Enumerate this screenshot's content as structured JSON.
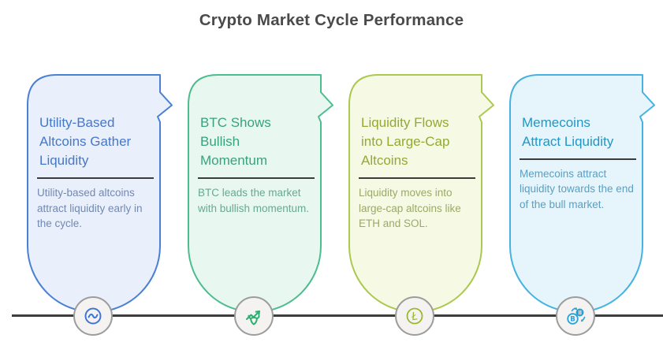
{
  "title": "Crypto Market Cycle Performance",
  "timeline": {
    "color": "#3d3d3d"
  },
  "icon_circle": {
    "border_color": "#9c9c9c",
    "fill_color": "#f4f3f1"
  },
  "steps": [
    {
      "heading": "Utility-Based Altcoins Gather Liquidity",
      "body": "Utility-based altcoins attract liquidity early in the cycle.",
      "icon": "sync-circle-icon",
      "accent": "#4a80d4",
      "fill": "#e9effb",
      "heading_color": "#4678c8",
      "body_color": "#7289b2",
      "icon_color": "#3f74d8"
    },
    {
      "heading": "BTC Shows Bullish Momentum",
      "body": "BTC leads the market with bullish momentum.",
      "icon": "bull-trend-icon",
      "accent": "#4cbd8f",
      "fill": "#e8f8f0",
      "heading_color": "#38a37b",
      "body_color": "#68a98f",
      "icon_color": "#2fae71"
    },
    {
      "heading": "Liquidity Flows into Large-Cap Altcoins",
      "body": "Liquidity moves into large-cap altcoins like ETH and SOL.",
      "icon": "litecoin-icon",
      "accent": "#abc851",
      "fill": "#f6fae5",
      "heading_color": "#93a935",
      "body_color": "#9aa966",
      "icon_color": "#9ab832"
    },
    {
      "heading": "Memecoins Attract Liquidity",
      "body": "Memecoins attract liquidity towards the end of the bull market.",
      "icon": "coin-exchange-icon",
      "accent": "#46b2e1",
      "fill": "#e6f5fc",
      "heading_color": "#2396c2",
      "body_color": "#5b9fc0",
      "icon_color": "#2aa0d8"
    }
  ]
}
